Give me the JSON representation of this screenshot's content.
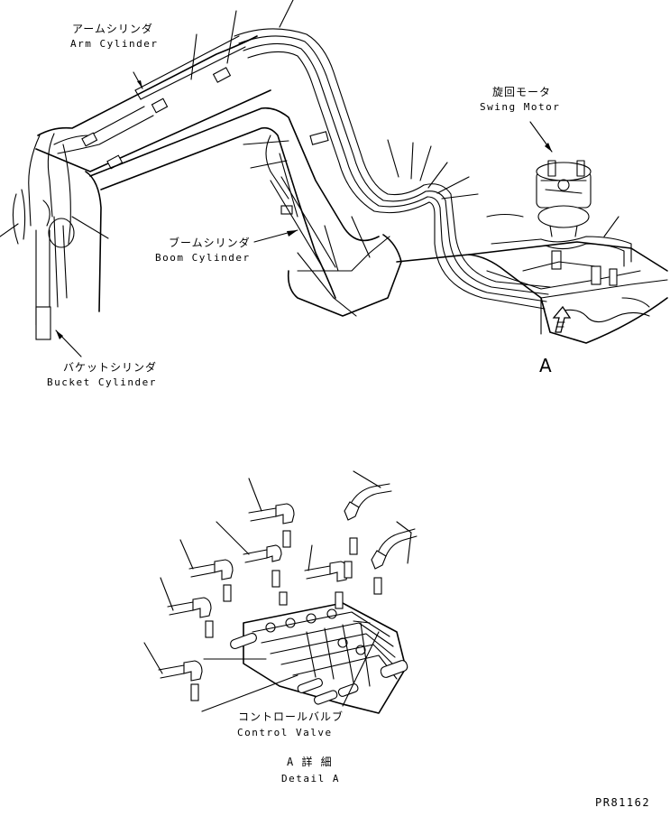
{
  "labels": {
    "arm_cylinder_jp": "アームシリンダ",
    "arm_cylinder_en": "Arm Cylinder",
    "swing_motor_jp": "旋回モータ",
    "swing_motor_en": "Swing Motor",
    "boom_cylinder_jp": "ブームシリンダ",
    "boom_cylinder_en": "Boom Cylinder",
    "bucket_cylinder_jp": "バケットシリンダ",
    "bucket_cylinder_en": "Bucket Cylinder",
    "view_marker": "A",
    "control_valve_jp": "コントロールバルブ",
    "control_valve_en": "Control Valve",
    "detail_jp": "A 詳 細",
    "detail_en": "Detail A",
    "drawing_code": "PR81162"
  },
  "icons": {
    "view_arrow": "view-direction-arrow-icon"
  }
}
